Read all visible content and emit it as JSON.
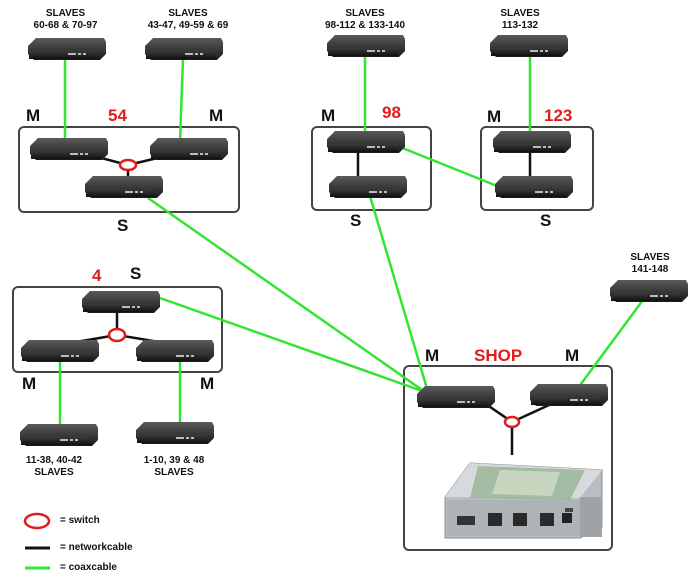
{
  "groups": {
    "g54": {
      "number": "54",
      "slaves_top_left": [
        "SLAVES",
        "60-68 & 70-97"
      ],
      "slaves_top_right": [
        "SLAVES",
        "43-47, 49-59 & 69"
      ],
      "m_left": "M",
      "m_right": "M",
      "s_label": "S"
    },
    "g98": {
      "number": "98",
      "slaves": [
        "SLAVES",
        "98-112 & 133-140"
      ],
      "m_label": "M",
      "s_label": "S"
    },
    "g123": {
      "number": "123",
      "slaves": [
        "SLAVES",
        "113-132"
      ],
      "m_label": "M",
      "s_label": "S"
    },
    "g4": {
      "number": "4",
      "s_label": "S",
      "m_left": "M",
      "m_right": "M",
      "slaves_bottom_left": [
        "11-38, 40-42",
        "SLAVES"
      ],
      "slaves_bottom_right": [
        "1-10, 39 & 48",
        "SLAVES"
      ]
    },
    "shop": {
      "title": "SHOP",
      "m_left": "M",
      "m_right": "M",
      "slaves": [
        "SLAVES",
        "141-148"
      ]
    }
  },
  "legend": {
    "switch": "= switch",
    "network": "= networkcable",
    "coax": "= coaxcable"
  },
  "colors": {
    "coax": "#33e533",
    "network": "#111111",
    "switch": "#e21b1b",
    "box_border": "#444444"
  }
}
